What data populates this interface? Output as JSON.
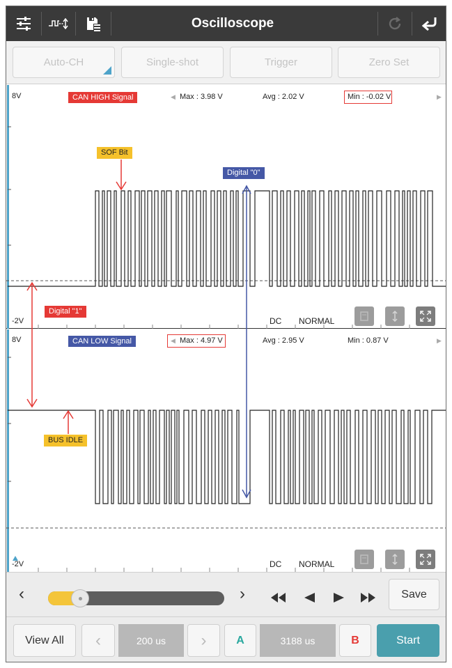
{
  "titlebar": {
    "title": "Oscilloscope",
    "icons": [
      "settings-sliders-icon",
      "waveform-measure-icon",
      "save-file-icon",
      "refresh-icon",
      "back-arrow-icon"
    ]
  },
  "toolbar": {
    "buttons": [
      "Auto-CH",
      "Single-shot",
      "Trigger",
      "Zero Set"
    ]
  },
  "channel1": {
    "top_label": "8V",
    "bottom_label": "-2V",
    "signal_name": "CAN HIGH Signal",
    "max": "Max : 3.98 V",
    "avg": "Avg : 2.02 V",
    "min": "Min : -0.02 V",
    "coupling": "DC",
    "mode": "NORMAL"
  },
  "channel2": {
    "top_label": "8V",
    "bottom_label": "-2V",
    "signal_name": "CAN LOW Signal",
    "max": "Max : 4.97 V",
    "avg": "Avg : 2.95 V",
    "min": "Min : 0.87 V",
    "coupling": "DC",
    "mode": "NORMAL"
  },
  "annotations": {
    "sof_bit": "SOF Bit",
    "digital_zero": "Digital \"0\"",
    "digital_one": "Digital \"1\"",
    "bus_idle": "BUS IDLE"
  },
  "seekbar": {
    "progress_percent": 18,
    "save_label": "Save"
  },
  "bottombar": {
    "view_all_label": "View All",
    "timebase": "200 us",
    "cursor_a": "A",
    "cursor_value": "3188 us",
    "cursor_b": "B",
    "start_label": "Start"
  },
  "colors": {
    "titlebar": "#3a3a3a",
    "accent_blue": "#4ea3c9",
    "annotation_red": "#e53935",
    "annotation_yellow": "#f5c12b",
    "annotation_blue": "#4558a6",
    "start_button": "#4a9fad",
    "cursor_b_red": "#e53935"
  }
}
